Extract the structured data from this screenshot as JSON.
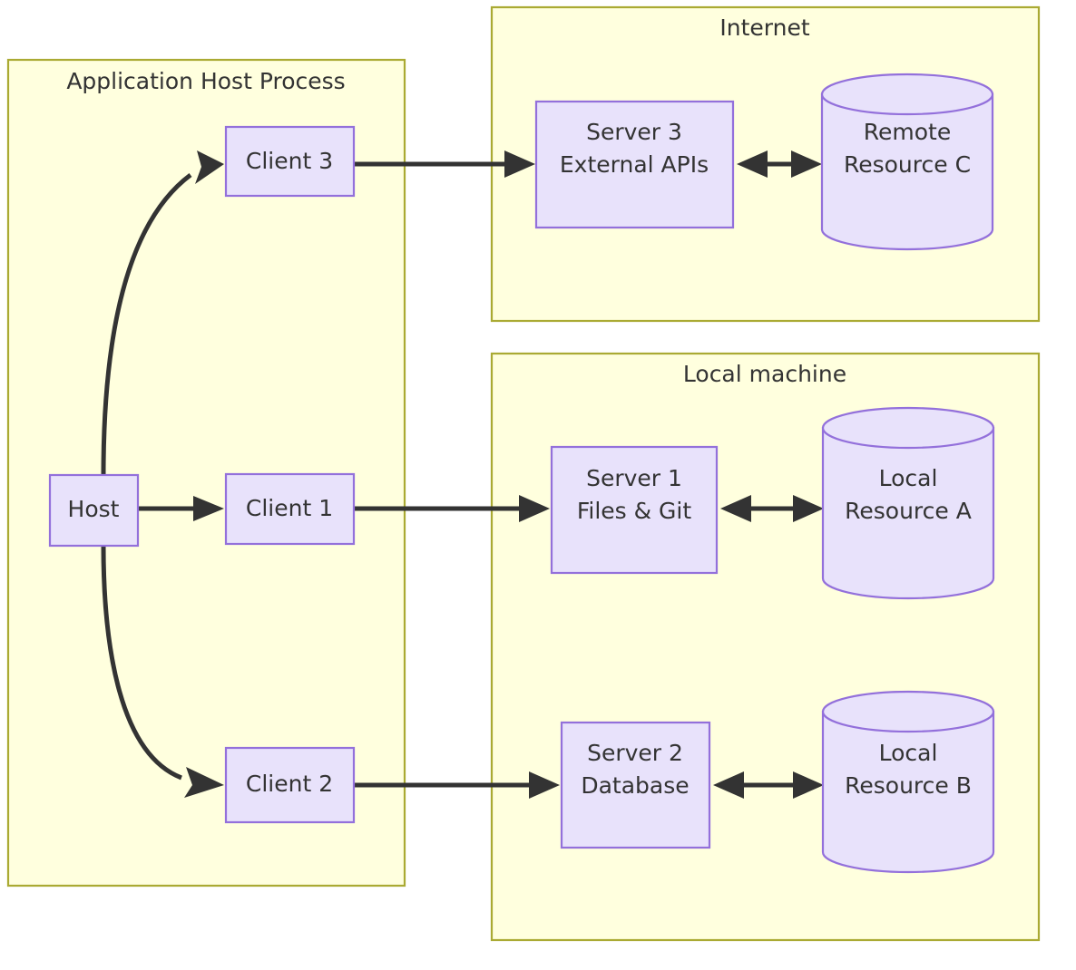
{
  "diagram": {
    "type": "architecture-flowchart",
    "background_color": "#ffffff",
    "cluster_fill": "#ffffde",
    "cluster_stroke": "#aaaa33",
    "node_fill": "#e8e2fb",
    "node_stroke": "#9370db",
    "edge_color": "#333333",
    "text_color": "#333333",
    "clusters": [
      {
        "id": "application-host-process",
        "label": "Application Host Process"
      },
      {
        "id": "internet",
        "label": "Internet"
      },
      {
        "id": "local-machine",
        "label": "Local machine"
      }
    ],
    "nodes": [
      {
        "id": "host",
        "shape": "rect",
        "label_lines": [
          "Host"
        ]
      },
      {
        "id": "client-1",
        "shape": "rect",
        "label_lines": [
          "Client 1"
        ]
      },
      {
        "id": "client-2",
        "shape": "rect",
        "label_lines": [
          "Client 2"
        ]
      },
      {
        "id": "client-3",
        "shape": "rect",
        "label_lines": [
          "Client 3"
        ]
      },
      {
        "id": "server-1",
        "shape": "rect",
        "label_lines": [
          "Server 1",
          "Files & Git"
        ]
      },
      {
        "id": "server-2",
        "shape": "rect",
        "label_lines": [
          "Server 2",
          "Database"
        ]
      },
      {
        "id": "server-3",
        "shape": "rect",
        "label_lines": [
          "Server 3",
          "External APIs"
        ]
      },
      {
        "id": "local-resource-a",
        "shape": "cylinder",
        "label_lines": [
          "Local",
          "Resource A"
        ]
      },
      {
        "id": "local-resource-b",
        "shape": "cylinder",
        "label_lines": [
          "Local",
          "Resource B"
        ]
      },
      {
        "id": "remote-resource-c",
        "shape": "cylinder",
        "label_lines": [
          "Remote",
          "Resource C"
        ]
      }
    ],
    "edges": [
      {
        "id": "host-to-client-3",
        "from": "host",
        "to": "client-3",
        "label": "",
        "arrow": "single"
      },
      {
        "id": "host-to-client-1",
        "from": "host",
        "to": "client-1",
        "label": "",
        "arrow": "single"
      },
      {
        "id": "host-to-client-2",
        "from": "host",
        "to": "client-2",
        "label": "",
        "arrow": "single"
      },
      {
        "id": "client-3-to-server-3",
        "from": "client-3",
        "to": "server-3",
        "label": "",
        "arrow": "single"
      },
      {
        "id": "client-1-to-server-1",
        "from": "client-1",
        "to": "server-1",
        "label": "",
        "arrow": "single"
      },
      {
        "id": "client-2-to-server-2",
        "from": "client-2",
        "to": "server-2",
        "label": "",
        "arrow": "single"
      },
      {
        "id": "server-3-to-remote-resource-c",
        "from": "server-3",
        "to": "remote-resource-c",
        "label": "",
        "arrow": "double"
      },
      {
        "id": "server-1-to-local-resource-a",
        "from": "server-1",
        "to": "local-resource-a",
        "label": "",
        "arrow": "double"
      },
      {
        "id": "server-2-to-local-resource-b",
        "from": "server-2",
        "to": "local-resource-b",
        "label": "",
        "arrow": "double"
      }
    ]
  },
  "labels": {
    "cluster_application_host_process": "Application Host Process",
    "cluster_internet": "Internet",
    "cluster_local_machine": "Local machine",
    "host": "Host",
    "client_1": "Client 1",
    "client_2": "Client 2",
    "client_3": "Client 3",
    "server_1_line1": "Server 1",
    "server_1_line2": "Files & Git",
    "server_2_line1": "Server 2",
    "server_2_line2": "Database",
    "server_3_line1": "Server 3",
    "server_3_line2": "External APIs",
    "local_resource_a_line1": "Local",
    "local_resource_a_line2": "Resource A",
    "local_resource_b_line1": "Local",
    "local_resource_b_line2": "Resource B",
    "remote_resource_c_line1": "Remote",
    "remote_resource_c_line2": "Resource C"
  }
}
